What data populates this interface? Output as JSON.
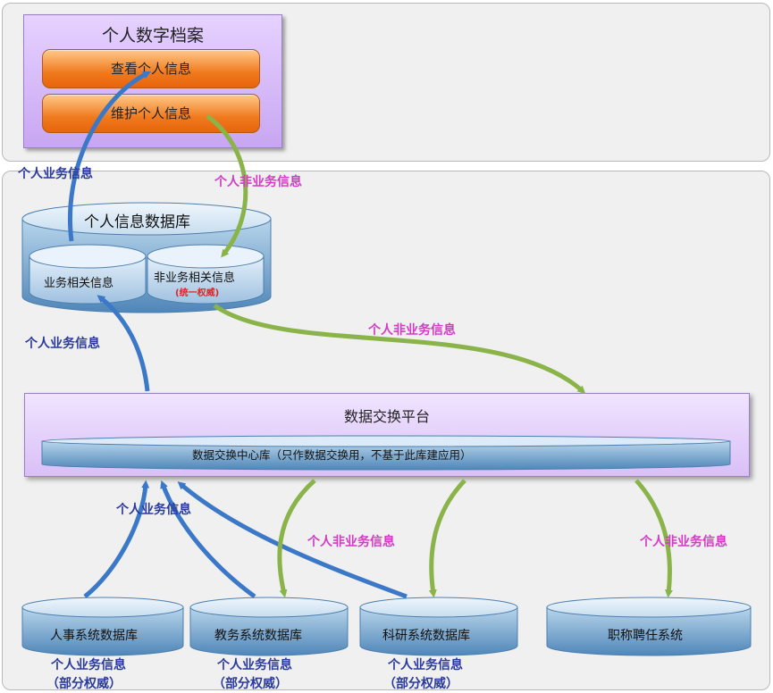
{
  "archive": {
    "title": "个人数字档案",
    "view_button": "查看个人信息",
    "maintain_button": "维护个人信息"
  },
  "database": {
    "title": "个人信息数据库",
    "business_part": "业务相关信息",
    "non_business_part": "非业务相关信息",
    "authority_note": "(统一权威)"
  },
  "exchange": {
    "title": "数据交换平台",
    "center_db": "数据交换中心库（只作数据交换用，不基于此库建应用）"
  },
  "systems": [
    {
      "name": "人事系统数据库",
      "label": "个人业务信息",
      "note": "（部分权威）"
    },
    {
      "name": "教务系统数据库",
      "label": "个人业务信息",
      "note": "（部分权威）"
    },
    {
      "name": "科研系统数据库",
      "label": "个人业务信息",
      "note": "（部分权威）"
    },
    {
      "name": "职称聘任系统"
    }
  ],
  "flow_labels": {
    "business": "个人业务信息",
    "non_business": "个人非业务信息"
  },
  "colors": {
    "blue_arrow": "#3c78c8",
    "green_arrow": "#8ab44a",
    "blue_text": "#2a3a9c",
    "pink_text": "#d33bc5",
    "authority_red": "#e02020"
  }
}
